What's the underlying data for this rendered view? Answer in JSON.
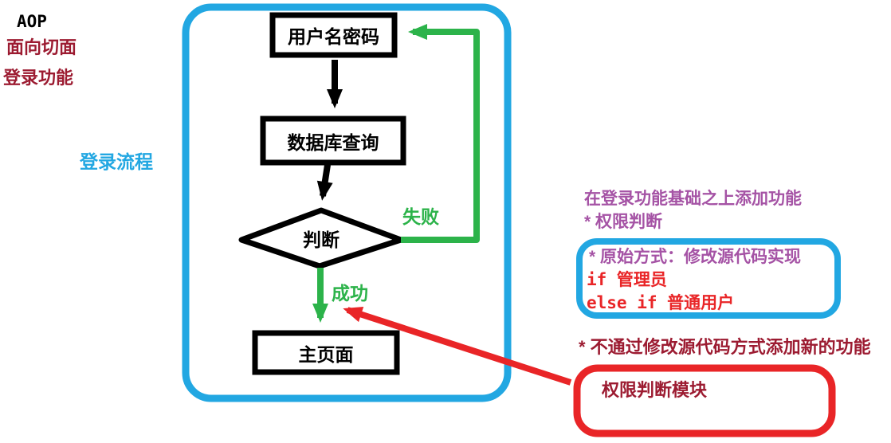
{
  "title_notes": {
    "aop": "AOP",
    "aspect_oriented": "面向切面",
    "login_feature": "登录功能",
    "login_flow": "登录流程"
  },
  "flowchart": {
    "nodes": {
      "username_password": "用户名密码",
      "db_query": "数据库查询",
      "decision": "判断",
      "main_page": "主页面"
    },
    "edge_labels": {
      "failure": "失败",
      "success": "成功"
    }
  },
  "side_notes": {
    "add_feature_line": "在登录功能基础之上添加功能",
    "permission_item": "* 权限判断",
    "original_way": "* 原始方式：修改源代码实现",
    "code_if": "if 管理员",
    "code_else_if": "else if 普通用户",
    "no_source_modify": "* 不通过修改源代码方式添加新的功能",
    "permission_module": "权限判断模块"
  },
  "colors": {
    "boundary_blue": "#22a7e2",
    "flow_green": "#2cb34a",
    "highlight_red": "#e92527",
    "note_purple": "#a553a5",
    "note_maroon": "#9c1b31",
    "ink_black": "#000000"
  }
}
